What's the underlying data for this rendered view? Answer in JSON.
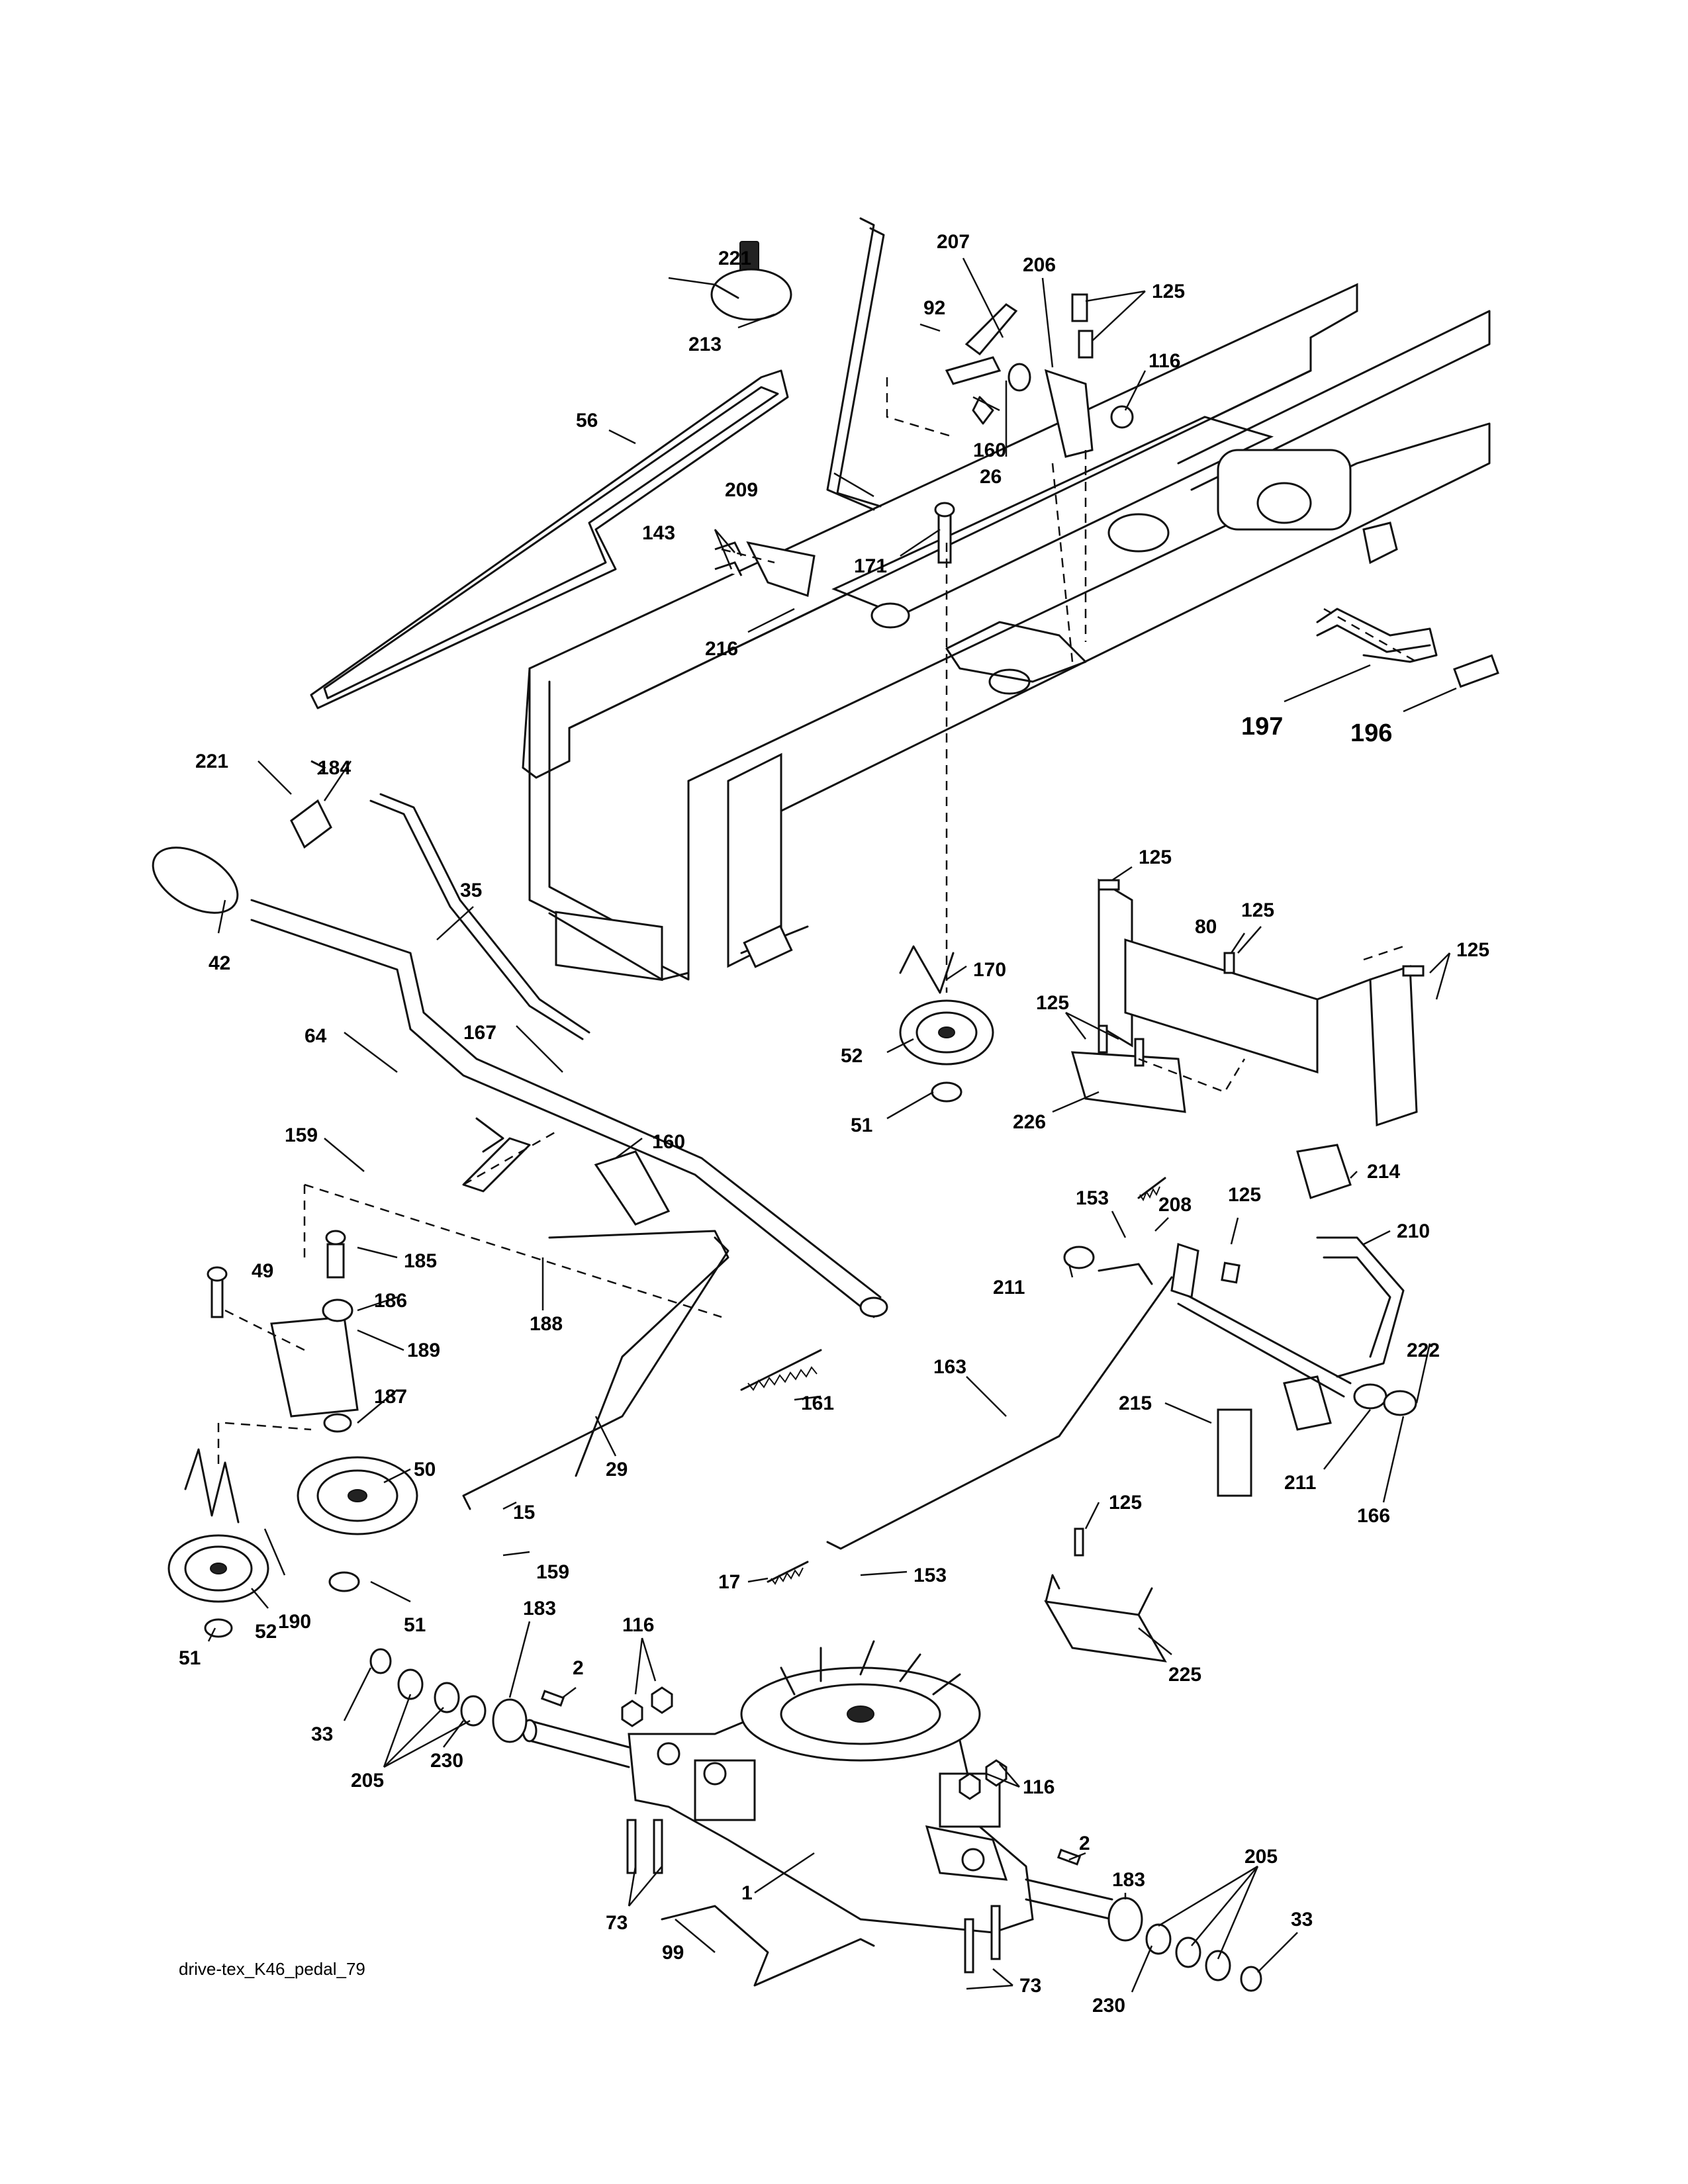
{
  "diagram_id": "drive-tex_K46_pedal_79",
  "callouts": {
    "c221a": "221",
    "c213": "213",
    "c207": "207",
    "c92": "92",
    "c206": "206",
    "c125a": "125",
    "c116a": "116",
    "c56": "56",
    "c160a": "160",
    "c26": "26",
    "c209": "209",
    "c143": "143",
    "c171": "171",
    "c216": "216",
    "c197": "197",
    "c196": "196",
    "c221b": "221",
    "c184": "184",
    "c35": "35",
    "c42": "42",
    "c64": "64",
    "c167": "167",
    "c160b": "160",
    "c159a": "159",
    "c125b": "125",
    "c80": "80",
    "c125c": "125",
    "c125d": "125",
    "c125e": "125",
    "c170": "170",
    "c52a": "52",
    "c51a": "51",
    "c226": "226",
    "c49": "49",
    "c185": "185",
    "c186": "186",
    "c189": "189",
    "c187": "187",
    "c188": "188",
    "c161": "161",
    "c29": "29",
    "c50": "50",
    "c15": "15",
    "c159b": "159",
    "c190": "190",
    "c51b": "51",
    "c52b": "52",
    "c51c": "51",
    "c153a": "153",
    "c208": "208",
    "c125f": "125",
    "c214": "214",
    "c210": "210",
    "c211a": "211",
    "c163": "163",
    "c215": "215",
    "c222": "222",
    "c211b": "211",
    "c166": "166",
    "c125g": "125",
    "c17": "17",
    "c153b": "153",
    "c225": "225",
    "c183a": "183",
    "c116b": "116",
    "c2a": "2",
    "c33a": "33",
    "c205a": "205",
    "c230a": "230",
    "c116c": "116",
    "c73a": "73",
    "c1": "1",
    "c2b": "2",
    "c183b": "183",
    "c205b": "205",
    "c33b": "33",
    "c99": "99",
    "c73b": "73",
    "c230b": "230"
  }
}
